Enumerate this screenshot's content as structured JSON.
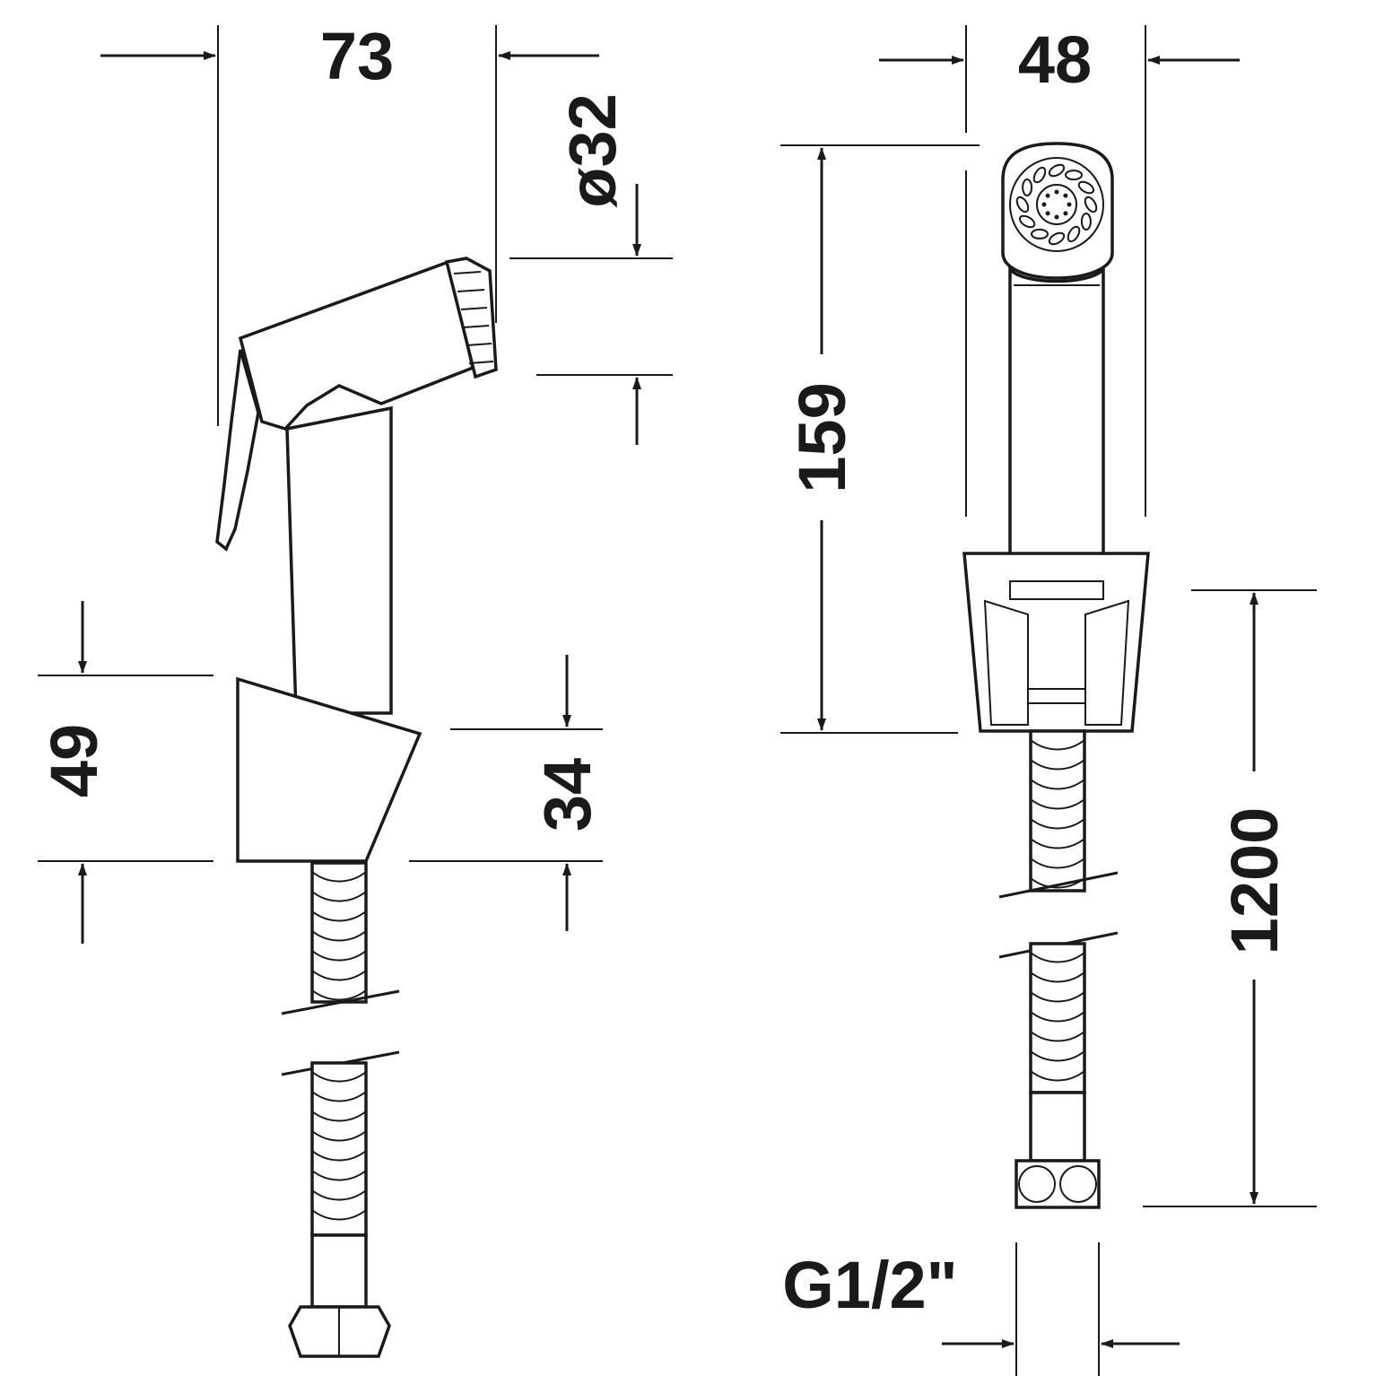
{
  "dimensions": {
    "width_side": "73",
    "diameter_head": "ø32",
    "holder_height": "49",
    "holder_depth": "34",
    "width_front": "48",
    "handset_length": "159",
    "hose_length": "1200",
    "connection_thread": "G1/2\""
  },
  "colors": {
    "line": "#1a1a1a",
    "background": "#ffffff"
  }
}
